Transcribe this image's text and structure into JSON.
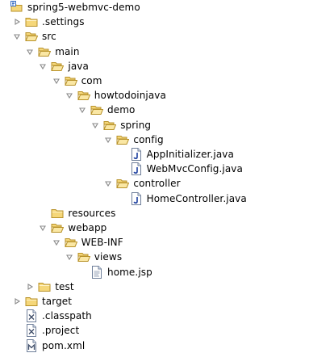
{
  "tree": {
    "items": [
      {
        "label": "spring5-webmvc-demo",
        "icon": "project-icon",
        "arrow": "expanded",
        "depth": 0
      },
      {
        "label": ".settings",
        "icon": "folder-icon",
        "arrow": "collapsed",
        "depth": 1
      },
      {
        "label": "src",
        "icon": "folder-open-icon",
        "arrow": "expanded",
        "depth": 1
      },
      {
        "label": "main",
        "icon": "folder-open-icon",
        "arrow": "expanded",
        "depth": 2
      },
      {
        "label": "java",
        "icon": "folder-open-icon",
        "arrow": "expanded",
        "depth": 3
      },
      {
        "label": "com",
        "icon": "folder-open-icon",
        "arrow": "expanded",
        "depth": 4
      },
      {
        "label": "howtodoinjava",
        "icon": "folder-open-icon",
        "arrow": "expanded",
        "depth": 5
      },
      {
        "label": "demo",
        "icon": "folder-open-icon",
        "arrow": "expanded",
        "depth": 6
      },
      {
        "label": "spring",
        "icon": "folder-open-icon",
        "arrow": "expanded",
        "depth": 7
      },
      {
        "label": "config",
        "icon": "folder-open-icon",
        "arrow": "expanded",
        "depth": 8
      },
      {
        "label": "AppInitializer.java",
        "icon": "java-file-icon",
        "arrow": "none",
        "depth": 9
      },
      {
        "label": "WebMvcConfig.java",
        "icon": "java-file-icon",
        "arrow": "none",
        "depth": 9
      },
      {
        "label": "controller",
        "icon": "folder-open-icon",
        "arrow": "expanded",
        "depth": 8
      },
      {
        "label": "HomeController.java",
        "icon": "java-file-icon",
        "arrow": "none",
        "depth": 9
      },
      {
        "label": "resources",
        "icon": "folder-icon",
        "arrow": "none",
        "depth": 3
      },
      {
        "label": "webapp",
        "icon": "folder-open-icon",
        "arrow": "expanded",
        "depth": 3
      },
      {
        "label": "WEB-INF",
        "icon": "folder-open-icon",
        "arrow": "expanded",
        "depth": 4
      },
      {
        "label": "views",
        "icon": "folder-open-icon",
        "arrow": "expanded",
        "depth": 5
      },
      {
        "label": "home.jsp",
        "icon": "jsp-file-icon",
        "arrow": "none",
        "depth": 6
      },
      {
        "label": "test",
        "icon": "folder-icon",
        "arrow": "collapsed",
        "depth": 2
      },
      {
        "label": "target",
        "icon": "folder-icon",
        "arrow": "collapsed",
        "depth": 1
      },
      {
        "label": ".classpath",
        "icon": "xml-file-icon",
        "arrow": "none",
        "depth": 1
      },
      {
        "label": ".project",
        "icon": "xml-file-icon",
        "arrow": "none",
        "depth": 1
      },
      {
        "label": "pom.xml",
        "icon": "maven-file-icon",
        "arrow": "none",
        "depth": 1
      }
    ]
  },
  "colors": {
    "folder_fill": "#f5d77a",
    "folder_stroke": "#b8922a",
    "arrow": "#8a8a8a",
    "java_j": "#1c3fa0",
    "file_stroke": "#6f7f9a"
  }
}
